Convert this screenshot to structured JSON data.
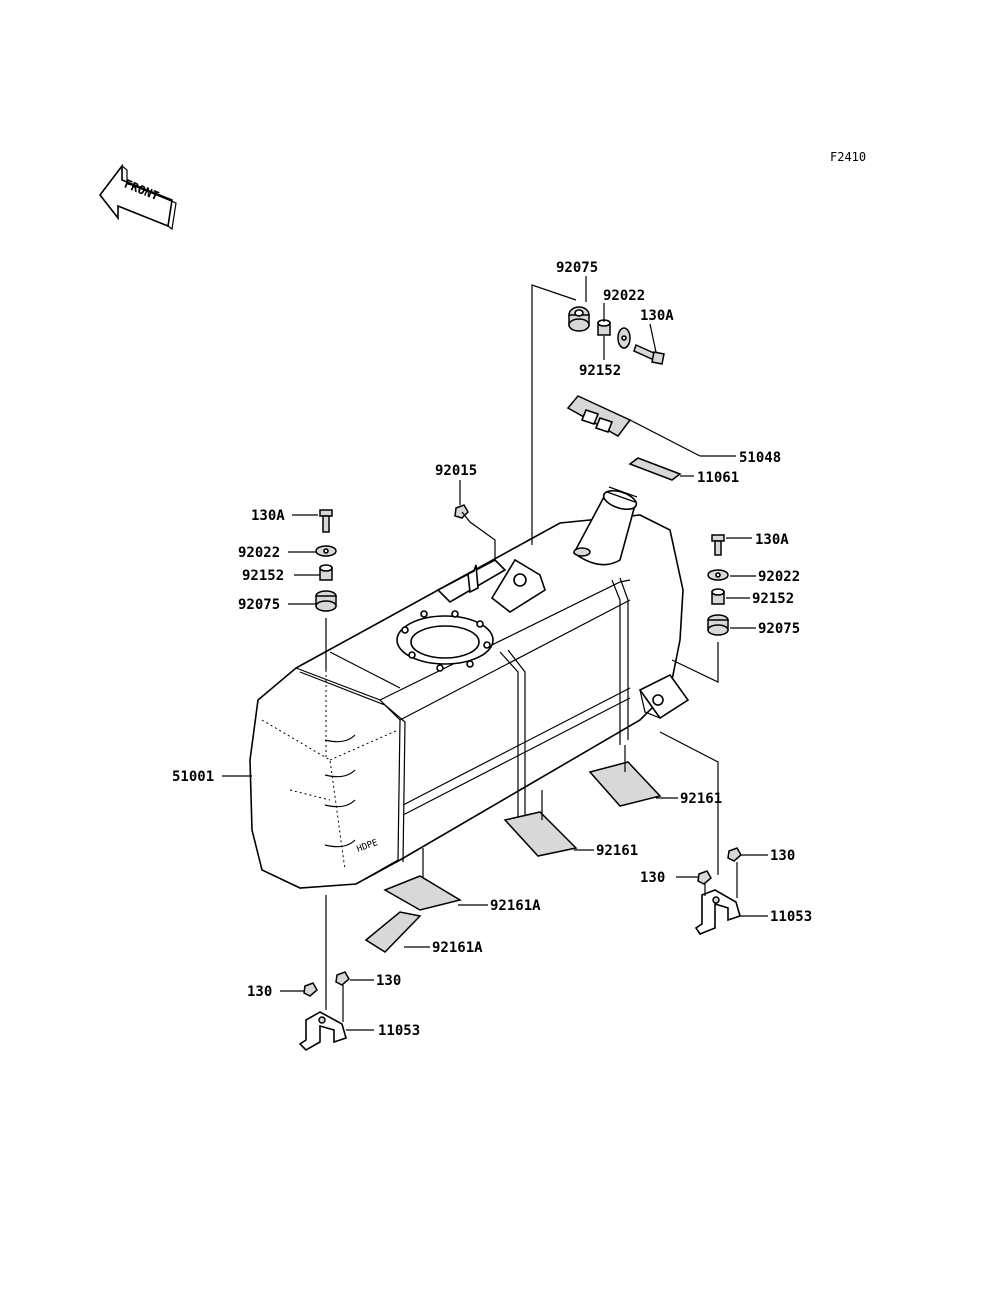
{
  "figure_code": "F2410",
  "front_label": "FRONT",
  "parts": {
    "p92075_top": "92075",
    "p92022_top": "92022",
    "p130A_top": "130A",
    "p92152_top": "92152",
    "p51048": "51048",
    "p11061": "11061",
    "p92015": "92015",
    "p130A_left": "130A",
    "p92022_left": "92022",
    "p92152_left": "92152",
    "p92075_left": "92075",
    "p130A_right": "130A",
    "p92022_right": "92022",
    "p92152_right": "92152",
    "p92075_right": "92075",
    "p51001": "51001",
    "p92161_right": "92161",
    "p92161_mid": "92161",
    "p92161A_1": "92161A",
    "p92161A_2": "92161A",
    "p130_right_a": "130",
    "p130_right_b": "130",
    "p11053_right": "11053",
    "p130_left_a": "130",
    "p130_left_b": "130",
    "p11053_left": "11053"
  },
  "tank_marking": "HDPE"
}
